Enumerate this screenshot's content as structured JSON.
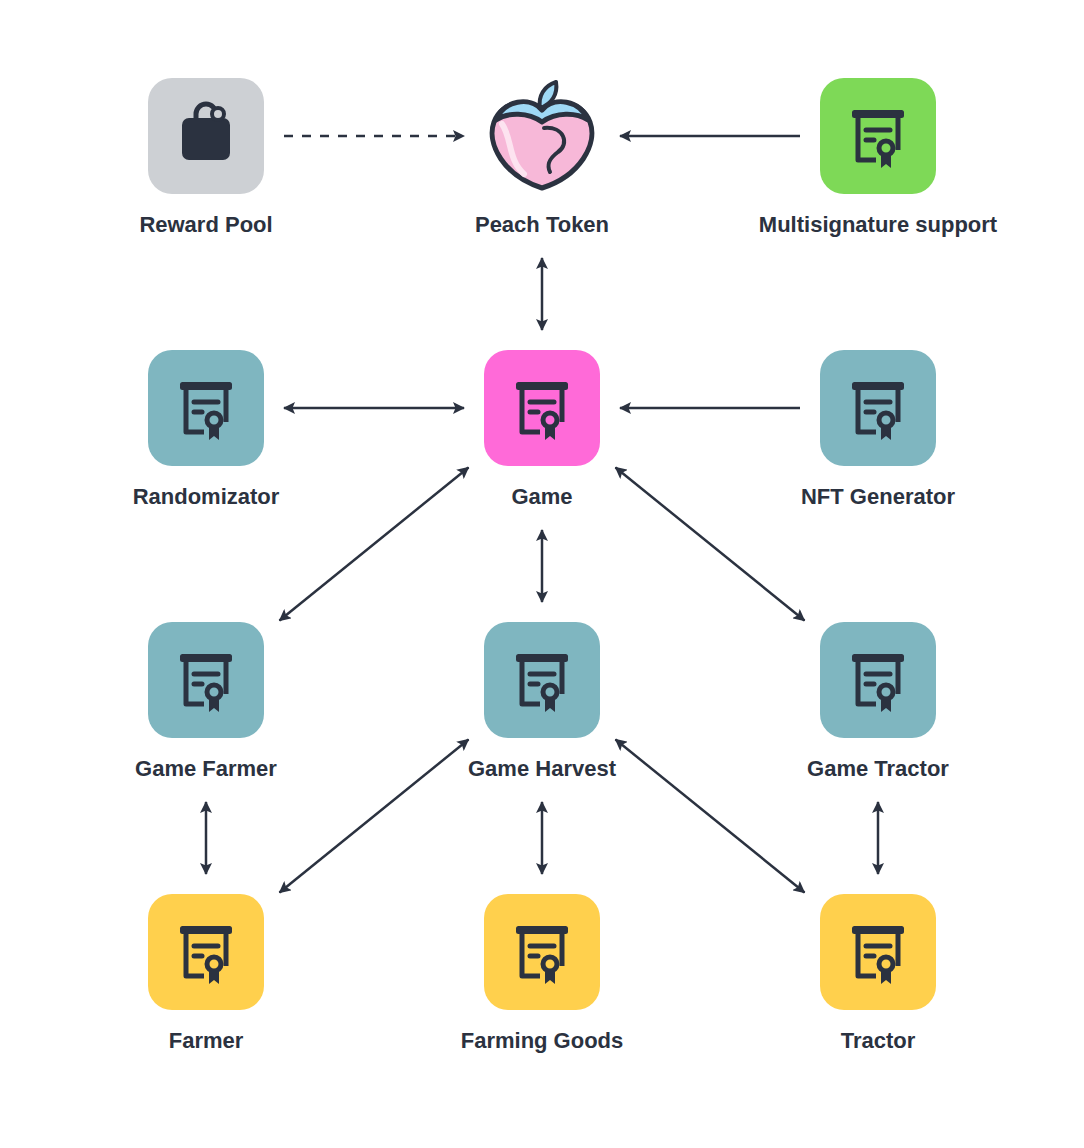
{
  "diagram": {
    "nodes": [
      {
        "text": [
          "Reward Pool"
        ]
      },
      {
        "text": [
          "Peach Token"
        ]
      },
      {
        "text": [
          "Multisignature support"
        ]
      },
      {
        "text": [
          "Randomizator"
        ]
      },
      {
        "text": [
          "Game"
        ]
      },
      {
        "text": [
          "NFT Generator"
        ]
      },
      {
        "text": [
          "Game Farmer"
        ]
      },
      {
        "text": [
          "Game Harvest"
        ]
      },
      {
        "text": [
          "Game Tractor"
        ]
      },
      {
        "text": [
          "Farmer"
        ]
      },
      {
        "text": [
          "Farming Goods"
        ]
      },
      {
        "text": [
          "Tractor"
        ]
      }
    ],
    "edges": [
      {
        "from": 0,
        "to": 1,
        "arrow": "to"
      },
      {
        "from": 2,
        "to": 1,
        "arrow": "to"
      },
      {
        "from": 1,
        "to": 4,
        "arrow": "both"
      },
      {
        "from": 3,
        "to": 4,
        "arrow": "both"
      },
      {
        "from": 5,
        "to": 4,
        "arrow": "to"
      },
      {
        "from": 6,
        "to": 4,
        "arrow": "both"
      },
      {
        "from": 7,
        "to": 4,
        "arrow": "both"
      },
      {
        "from": 8,
        "to": 4,
        "arrow": "both"
      },
      {
        "from": 9,
        "to": 6,
        "arrow": "both"
      },
      {
        "from": 9,
        "to": 7,
        "arrow": "both"
      },
      {
        "from": 10,
        "to": 7,
        "arrow": "both"
      },
      {
        "from": 11,
        "to": 7,
        "arrow": "both"
      },
      {
        "from": 11,
        "to": 8,
        "arrow": "both"
      }
    ]
  }
}
